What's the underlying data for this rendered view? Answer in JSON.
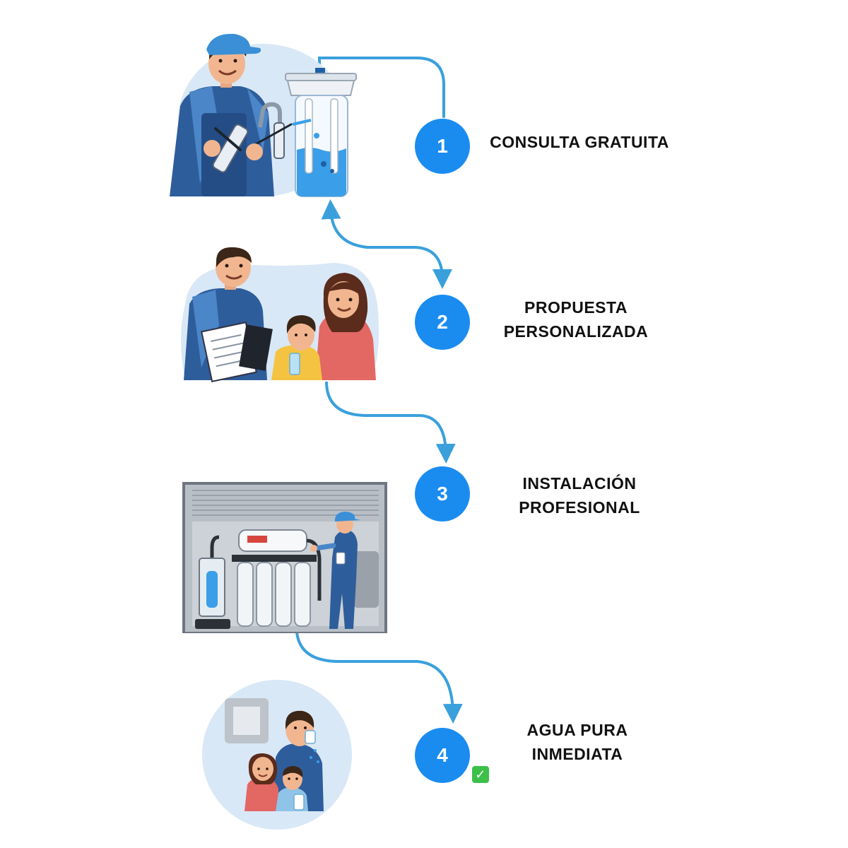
{
  "colors": {
    "accent": "#1a8cf0",
    "connector": "#3aa0dc",
    "check": "#3cc04a"
  },
  "steps": [
    {
      "number": "1",
      "lines": [
        "CONSULTA GRATUITA"
      ],
      "illustration": "technician-testing-water-filter"
    },
    {
      "number": "2",
      "lines": [
        "PROPUESTA",
        "PERSONALIZADA"
      ],
      "illustration": "technician-with-family-proposal"
    },
    {
      "number": "3",
      "lines": [
        "INSTALACIÓN",
        "PROFESIONAL"
      ],
      "illustration": "reverse-osmosis-installation"
    },
    {
      "number": "4",
      "lines": [
        "AGUA PURA",
        "INMEDIATA"
      ],
      "suffix_icon": "check-mark-icon",
      "illustration": "family-drinking-water"
    }
  ]
}
